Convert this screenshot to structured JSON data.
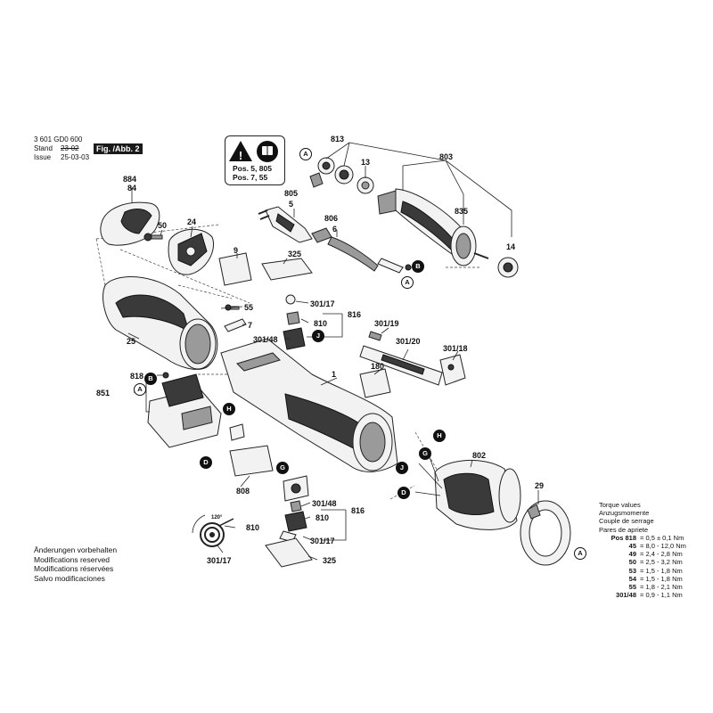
{
  "header": {
    "part_number": "3 601 GD0 600",
    "stand_label": "Stand",
    "stand_value": "23-02",
    "issue_label": "Issue",
    "issue_value": "25-03-03",
    "figure_label": "Fig. /Abb. 2"
  },
  "warning_box": {
    "line1": "Pos. 5, 805",
    "line2": "Pos. 7, 55"
  },
  "callouts": [
    {
      "id": "813",
      "text": "813"
    },
    {
      "id": "803",
      "text": "803"
    },
    {
      "id": "13",
      "text": "13"
    },
    {
      "id": "835",
      "text": "835"
    },
    {
      "id": "14",
      "text": "14"
    },
    {
      "id": "884",
      "text": "884"
    },
    {
      "id": "84",
      "text": "84"
    },
    {
      "id": "50",
      "text": "50"
    },
    {
      "id": "24",
      "text": "24"
    },
    {
      "id": "805",
      "text": "805"
    },
    {
      "id": "5",
      "text": "5"
    },
    {
      "id": "806",
      "text": "806"
    },
    {
      "id": "6",
      "text": "6"
    },
    {
      "id": "9",
      "text": "9"
    },
    {
      "id": "325a",
      "text": "325"
    },
    {
      "id": "55",
      "text": "55"
    },
    {
      "id": "7",
      "text": "7"
    },
    {
      "id": "301_17a",
      "text": "301/17"
    },
    {
      "id": "810a",
      "text": "810"
    },
    {
      "id": "816a",
      "text": "816"
    },
    {
      "id": "301_48a",
      "text": "301/48"
    },
    {
      "id": "25",
      "text": "25"
    },
    {
      "id": "301_19",
      "text": "301/19"
    },
    {
      "id": "301_20",
      "text": "301/20"
    },
    {
      "id": "301_18",
      "text": "301/18"
    },
    {
      "id": "180",
      "text": "180"
    },
    {
      "id": "818",
      "text": "818"
    },
    {
      "id": "851",
      "text": "851"
    },
    {
      "id": "1",
      "text": "1"
    },
    {
      "id": "802",
      "text": "802"
    },
    {
      "id": "29",
      "text": "29"
    },
    {
      "id": "808",
      "text": "808"
    },
    {
      "id": "301_48b",
      "text": "301/48"
    },
    {
      "id": "810b",
      "text": "810"
    },
    {
      "id": "816b",
      "text": "816"
    },
    {
      "id": "301_17b",
      "text": "301/17"
    },
    {
      "id": "325b",
      "text": "325"
    },
    {
      "id": "810c",
      "text": "810"
    },
    {
      "id": "301_17c",
      "text": "301/17"
    },
    {
      "id": "angle",
      "text": "120°"
    }
  ],
  "markers": [
    {
      "id": "A1",
      "text": "A"
    },
    {
      "id": "A2",
      "text": "A"
    },
    {
      "id": "A3",
      "text": "A"
    },
    {
      "id": "A4",
      "text": "A"
    },
    {
      "id": "B1",
      "text": "B"
    },
    {
      "id": "B2",
      "text": "B"
    },
    {
      "id": "J1",
      "text": "J"
    },
    {
      "id": "J2",
      "text": "J"
    },
    {
      "id": "H1",
      "text": "H"
    },
    {
      "id": "H2",
      "text": "H"
    },
    {
      "id": "D1",
      "text": "D"
    },
    {
      "id": "D2",
      "text": "D"
    },
    {
      "id": "G1",
      "text": "G"
    },
    {
      "id": "G2",
      "text": "G"
    }
  ],
  "notes": [
    "Änderungen vorbehalten",
    "Modifications reserved",
    "Modifications réservées",
    "Salvo modificaciones"
  ],
  "torque": {
    "titles": [
      "Torque values",
      "Anzugsmomente",
      "Couple de serrage",
      "Pares de apriete"
    ],
    "pos_label": "Pos",
    "rows": [
      {
        "pos": "818",
        "value": "0,5 ± 0,1 Nm"
      },
      {
        "pos": "45",
        "value": "8,0 - 12,0 Nm"
      },
      {
        "pos": "49",
        "value": "2,4 - 2,8 Nm"
      },
      {
        "pos": "50",
        "value": "2,5 - 3,2 Nm"
      },
      {
        "pos": "53",
        "value": "1,5 - 1,8 Nm"
      },
      {
        "pos": "54",
        "value": "1,5 - 1,8 Nm"
      },
      {
        "pos": "55",
        "value": "1,8 - 2,1 Nm"
      },
      {
        "pos": "301/48",
        "value": "0,9 - 1,1 Nm"
      }
    ]
  }
}
